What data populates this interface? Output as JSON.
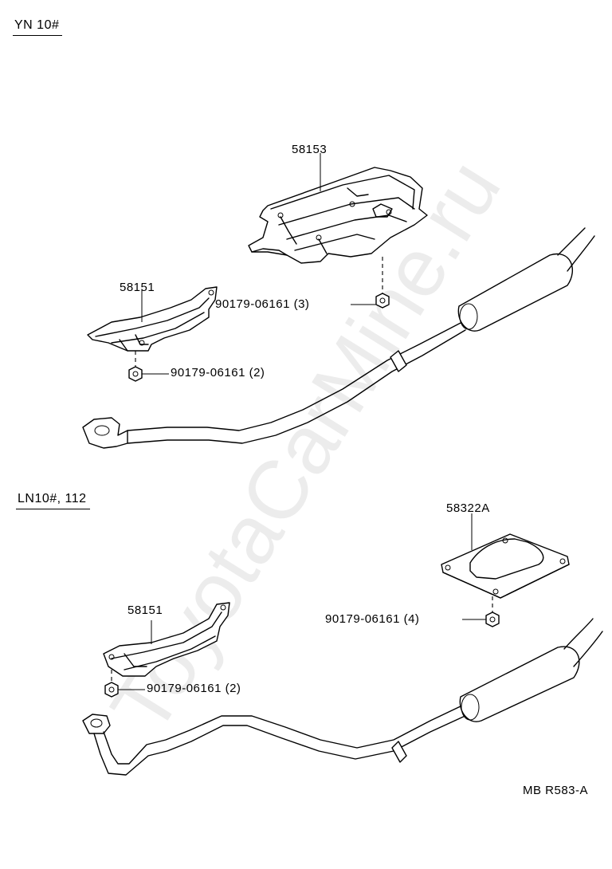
{
  "watermark": "ToyotaCarMine.ru",
  "sections": [
    {
      "heading": "YN 10#",
      "callouts": [
        {
          "part": "58153",
          "qty": ""
        },
        {
          "part": "58151",
          "qty": ""
        },
        {
          "part": "90179-06161",
          "qty": "(3)"
        },
        {
          "part": "90179-06161",
          "qty": "(2)"
        }
      ]
    },
    {
      "heading": "LN10#, 112",
      "callouts": [
        {
          "part": "58322A",
          "qty": ""
        },
        {
          "part": "58151",
          "qty": ""
        },
        {
          "part": "90179-06161",
          "qty": "(4)"
        },
        {
          "part": "90179-06161",
          "qty": "(2)"
        }
      ]
    }
  ],
  "drawing_code": "MB R583-A"
}
